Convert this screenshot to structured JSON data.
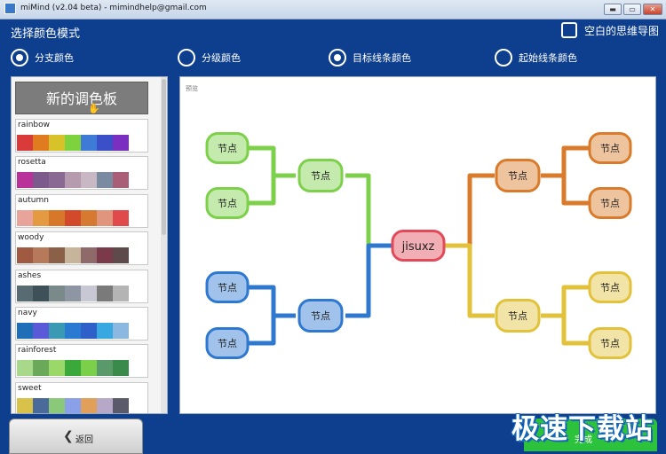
{
  "window": {
    "title": "miMind (v2.04 beta) - mimindhelp@gmail.com",
    "min_glyph": "▬",
    "max_glyph": "▭",
    "close_glyph": "✕"
  },
  "header": {
    "title": "选择颜色模式",
    "blank_map_label": "空白的思维导图",
    "blank_map_checked": false
  },
  "color_modes": [
    {
      "label": "分支颜色",
      "selected": true
    },
    {
      "label": "分级颜色",
      "selected": false
    },
    {
      "label": "目标线条颜色",
      "selected": true
    },
    {
      "label": "起始线条颜色",
      "selected": false
    }
  ],
  "sidebar": {
    "new_palette_label": "新的调色板",
    "palettes": [
      {
        "name": "rainbow",
        "colors": [
          "#d93a3a",
          "#e07b1f",
          "#d8c22a",
          "#7ed23e",
          "#3d7bd6",
          "#3a4fc8",
          "#7a2fc1"
        ]
      },
      {
        "name": "rosetta",
        "colors": [
          "#b8329a",
          "#7c5a8c",
          "#8a6a92",
          "#b69aad",
          "#c8b8c4",
          "#7a8aa0",
          "#a95d76"
        ]
      },
      {
        "name": "autumn",
        "colors": [
          "#e8a39a",
          "#e49a40",
          "#d7772a",
          "#d24a2a",
          "#d67a32",
          "#e0967c",
          "#e04a4a"
        ]
      },
      {
        "name": "woody",
        "colors": [
          "#a15a42",
          "#b67a5a",
          "#8a6048",
          "#c8b49a",
          "#8e6a6a",
          "#7a3a4a",
          "#5e4a4a"
        ]
      },
      {
        "name": "ashes",
        "colors": [
          "#586a72",
          "#3e5058",
          "#7a8a8a",
          "#8e96a4",
          "#c8c8d4",
          "#7a7a7a",
          "#b4b4b4"
        ]
      },
      {
        "name": "navy",
        "colors": [
          "#1f6fb8",
          "#5a5ad8",
          "#3a9ab4",
          "#2a7ad2",
          "#2f5fc8",
          "#3aa8e0",
          "#8ab8e0"
        ]
      },
      {
        "name": "rainforest",
        "colors": [
          "#a8d88a",
          "#6aa85a",
          "#9ad86a",
          "#3aa83a",
          "#7ad04a",
          "#5a9a6a",
          "#3a8a4a"
        ]
      },
      {
        "name": "sweet",
        "colors": [
          "#d8c24a",
          "#4a6a9a",
          "#8ac87a",
          "#8aa0e8",
          "#e0a05a",
          "#b8a8c8",
          "#5a5a6a"
        ]
      }
    ]
  },
  "preview": {
    "label": "预览",
    "root_label": "jisuxz",
    "node_label": "节点",
    "colors": {
      "green": "#7dd04a",
      "blue": "#2f78d0",
      "orange": "#d97b2a",
      "yellow": "#e2c23a",
      "root": "#e24a5a"
    }
  },
  "footer": {
    "back_label": "返回",
    "back_icon": "chevron-left-icon",
    "done_label": "完成",
    "watermark": "极速下载站"
  }
}
